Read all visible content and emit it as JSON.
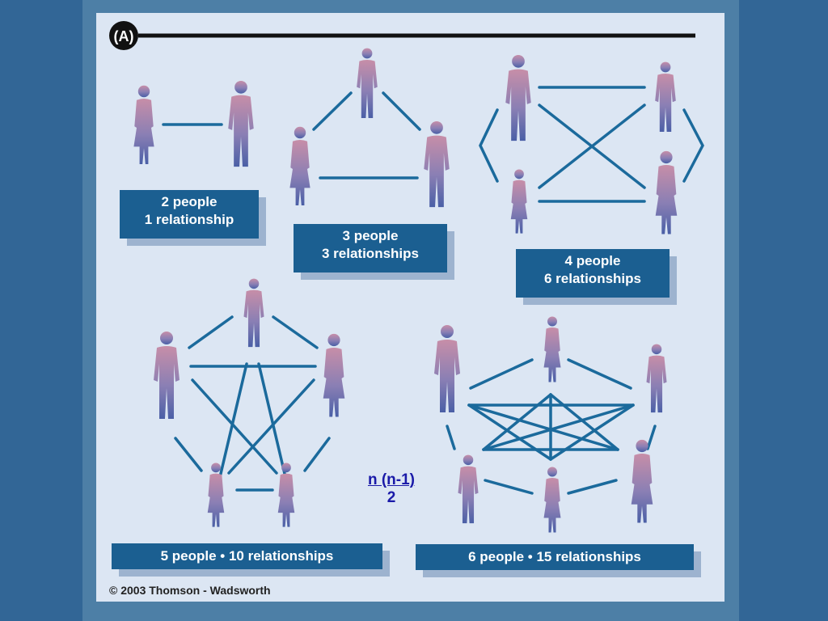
{
  "panel_tag": "(A)",
  "groups": [
    {
      "line1": "2 people",
      "line2": "1 relationship"
    },
    {
      "line1": "3 people",
      "line2": "3 relationships"
    },
    {
      "line1": "4 people",
      "line2": "6 relationships"
    },
    {
      "line1": "5 people • 10 relationships"
    },
    {
      "line1": "6 people • 15 relationships"
    }
  ],
  "formula": {
    "numerator": "n (n-1)",
    "denominator": "2"
  },
  "copyright": "© 2003 Thomson - Wadsworth",
  "colors": {
    "background": "#326696",
    "panel": "#dce6f3",
    "label_box": "#1b5f91",
    "link_line": "#1b6a9c",
    "formula": "#1a1aa8"
  }
}
